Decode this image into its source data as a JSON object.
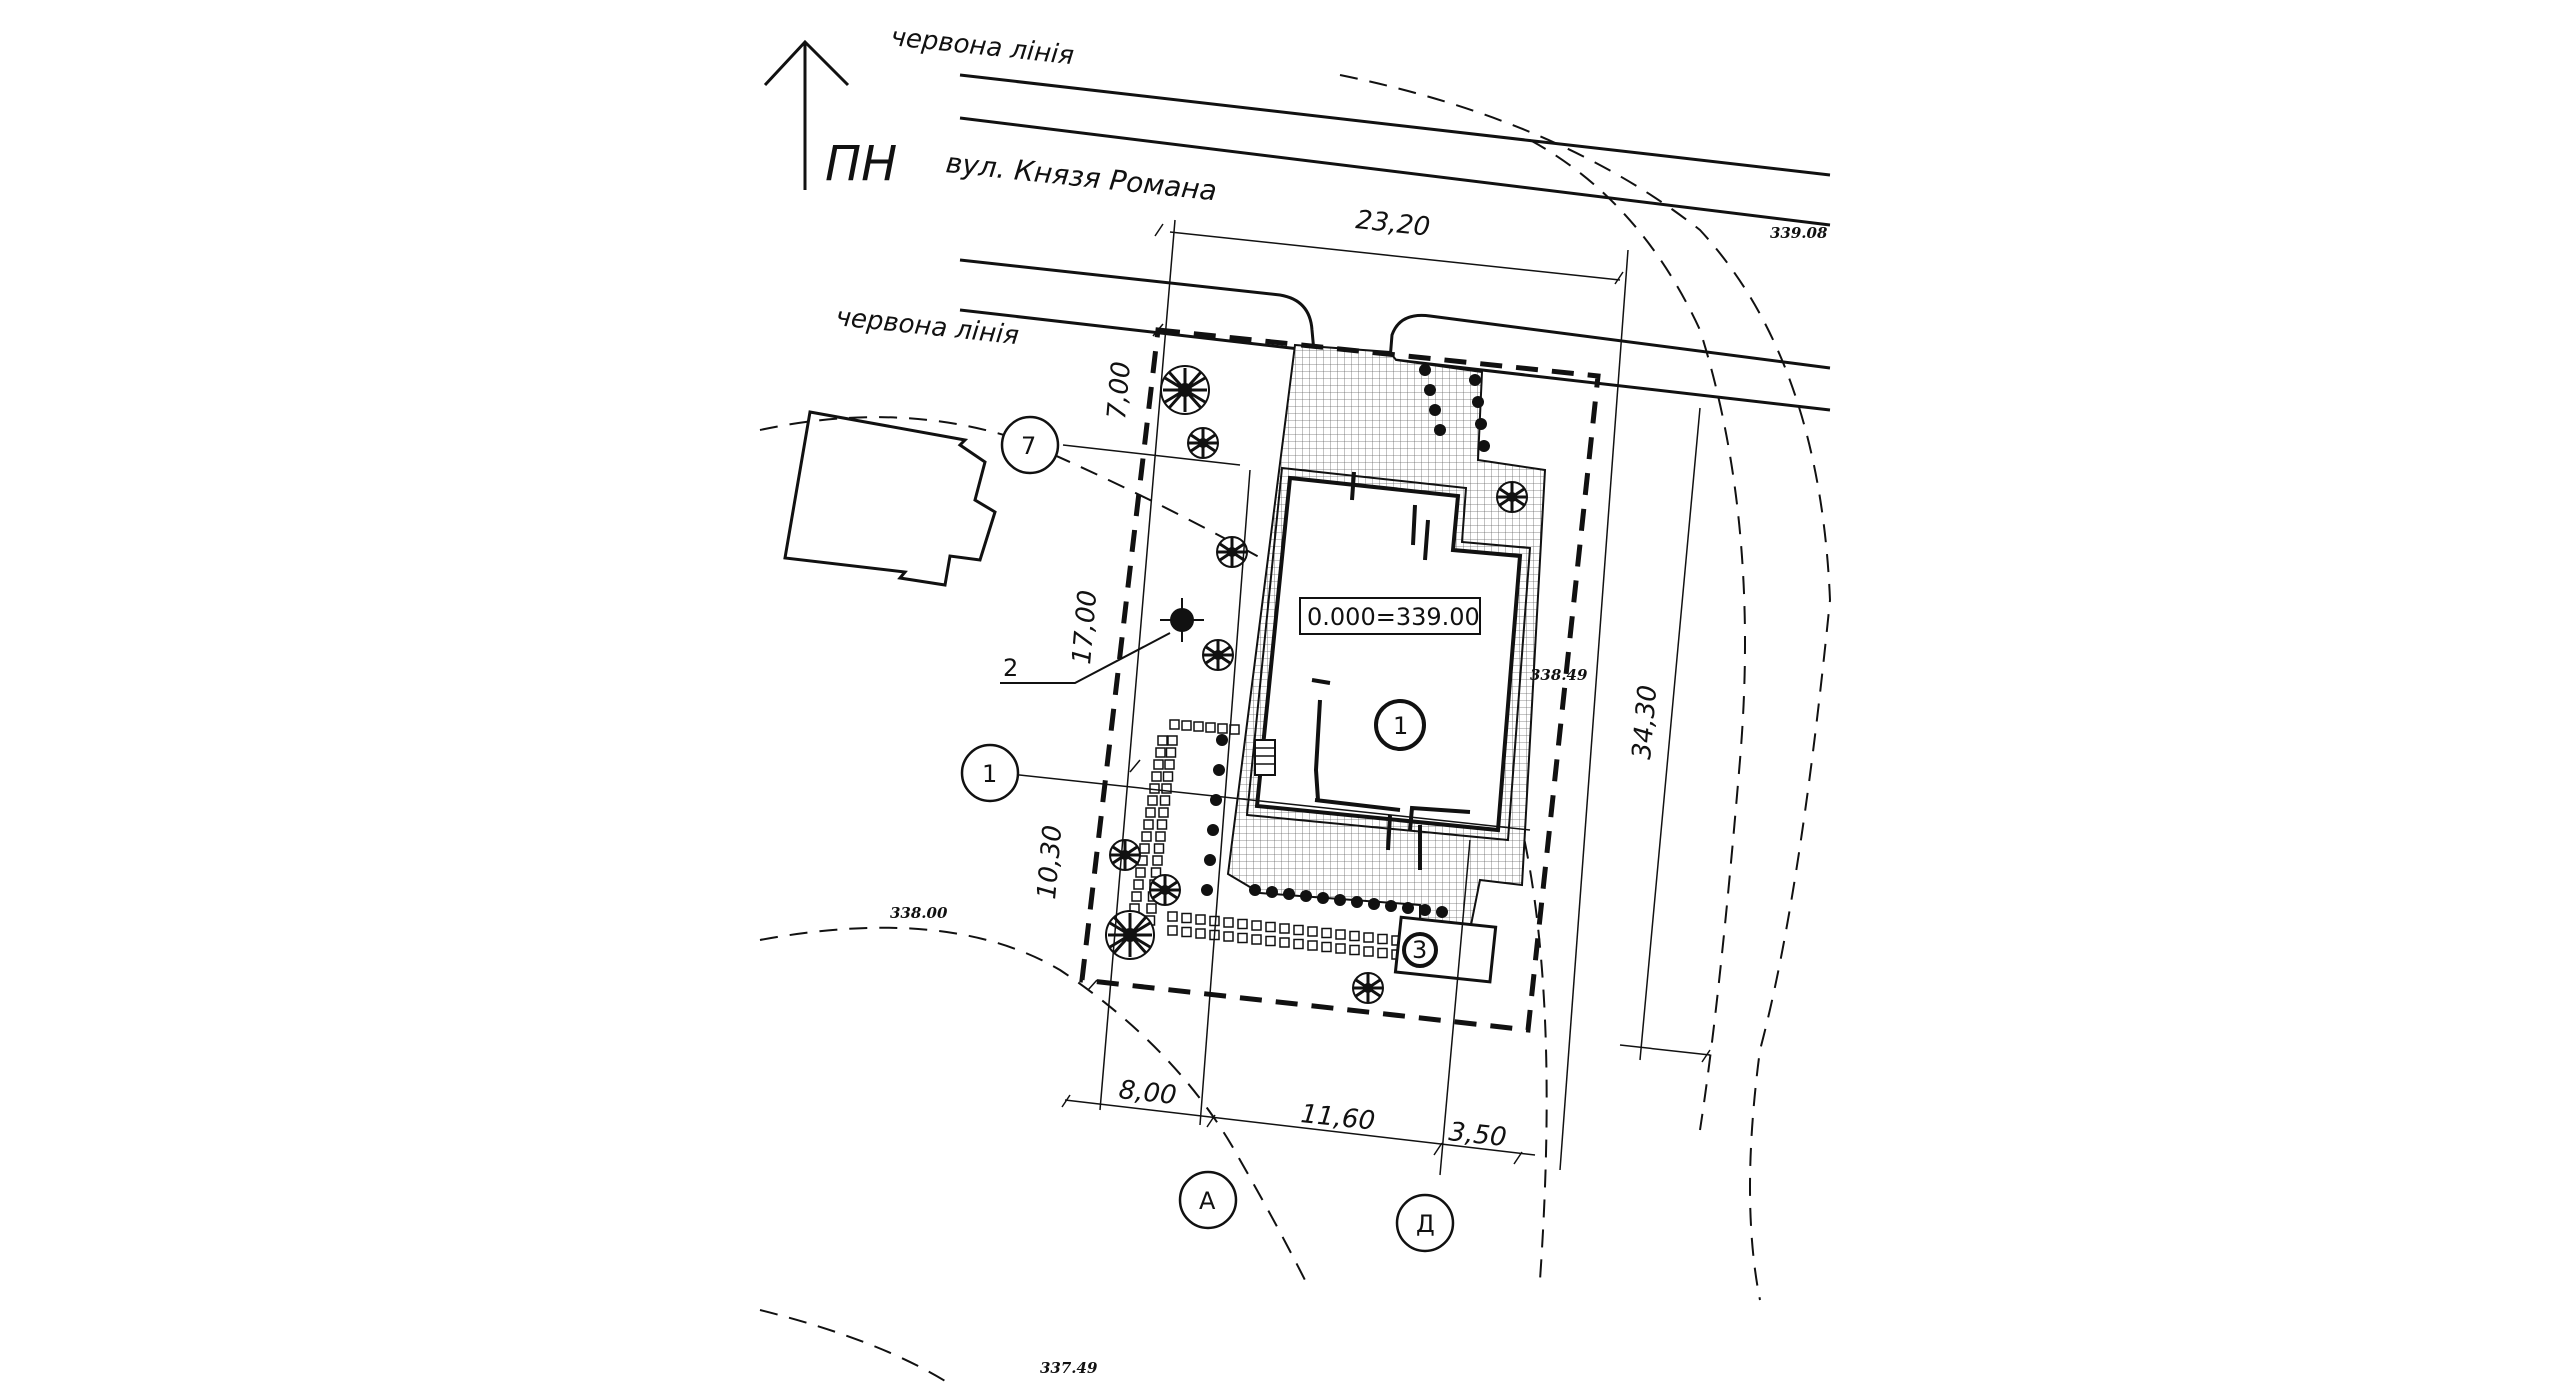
{
  "red_line_top": "червона лінія",
  "street_name": "вул. Князя Романа",
  "red_line_bottom": "червона лінія",
  "north_label": "ПН",
  "dimensions": {
    "frontage": "23,20",
    "front_setback": "7,00",
    "middle_left": "17,00",
    "rear_left": "10,30",
    "side_depth": "34,30",
    "bottom_left": "8,00",
    "bottom_middle": "11,60",
    "bottom_right": "3,50"
  },
  "elevations": {
    "top_right": "339.08",
    "right": "338.49",
    "left": "338.00",
    "bottom": "337.49"
  },
  "zero_mark": "0.000=339.00",
  "axis_labels": {
    "row_7": "7",
    "row_1": "1",
    "col_a": "А",
    "col_d": "Д"
  },
  "callouts": {
    "building": "1",
    "point": "2",
    "structure": "3"
  }
}
